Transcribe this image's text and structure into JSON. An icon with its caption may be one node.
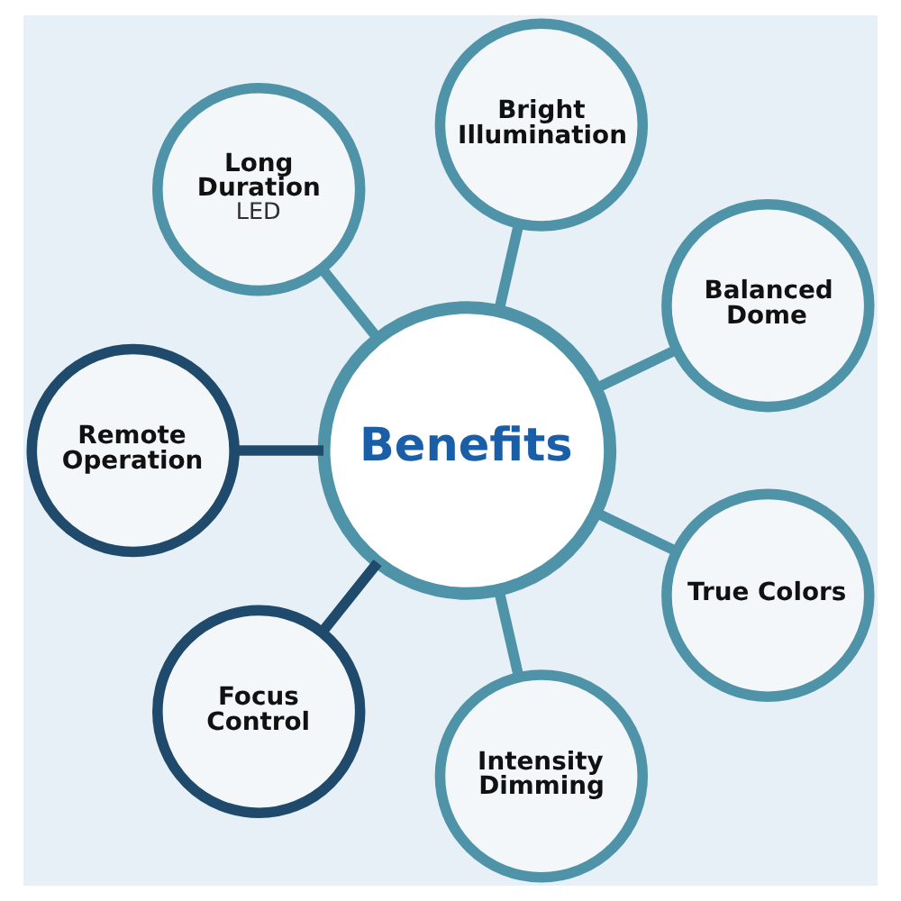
{
  "diagram": {
    "nodes": [
      {
        "text": [
          "Benefits"
        ]
      },
      {
        "text": [
          "Bright Illumination"
        ]
      },
      {
        "text": [
          "Balanced Dome"
        ]
      },
      {
        "text": [
          "True Colors"
        ]
      },
      {
        "text": [
          "Intensity Dimming"
        ]
      },
      {
        "text": [
          "Focus Control"
        ]
      },
      {
        "text": [
          "Remote Operation"
        ]
      },
      {
        "text": [
          "Long Duration",
          "LED"
        ]
      }
    ],
    "edges": [
      {
        "from": 0,
        "to": 1,
        "arrow": "none"
      },
      {
        "from": 0,
        "to": 2,
        "arrow": "none"
      },
      {
        "from": 0,
        "to": 3,
        "arrow": "none"
      },
      {
        "from": 0,
        "to": 4,
        "arrow": "none"
      },
      {
        "from": 0,
        "to": 5,
        "arrow": "none",
        "color": "#1f4a6b"
      },
      {
        "from": 0,
        "to": 6,
        "arrow": "none",
        "color": "#1f4a6b"
      },
      {
        "from": 0,
        "to": 7,
        "arrow": "none"
      }
    ]
  }
}
